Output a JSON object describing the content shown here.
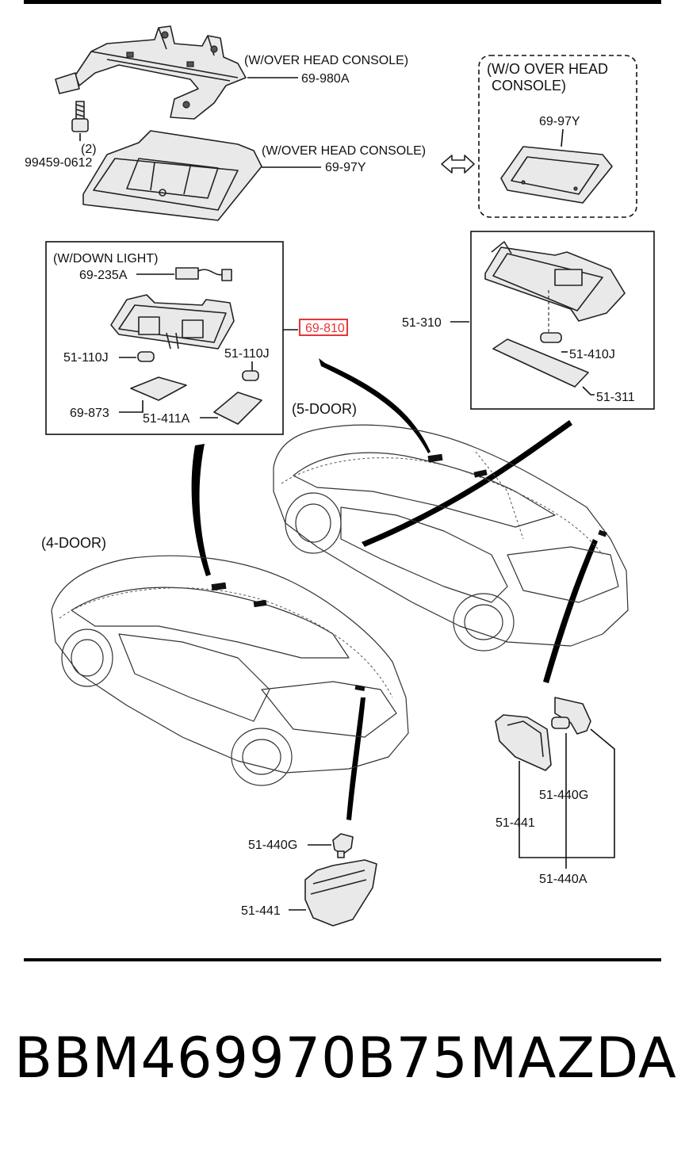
{
  "labels": {
    "l980a_note": "(W/OVER HEAD CONSOLE)",
    "l980a": "69-980A",
    "l97y_note": "(W/OVER HEAD CONSOLE)",
    "l97y": "69-97Y",
    "wo_note1": "(W/O OVER HEAD",
    "wo_note2": "CONSOLE)",
    "wo_97y": "69-97Y",
    "bolt_qty": "(2)",
    "bolt": "99459-0612",
    "down_light": "(W/DOWN LIGHT)",
    "l235a": "69-235A",
    "l810": "69-810",
    "l110j_left": "51-110J",
    "l110j_right": "51-110J",
    "l873": "69-873",
    "l411a": "51-411A",
    "l310": "51-310",
    "l410j": "51-410J",
    "l311": "51-311",
    "five_door": "(5-DOOR)",
    "four_door": "(4-DOOR)",
    "l440g_right": "51-440G",
    "l441_right": "51-441",
    "l440a": "51-440A",
    "l440g_bottom": "51-440G",
    "l441_bottom": "51-441"
  },
  "highlight_color": "#e8343a",
  "footer": {
    "part_number": "BBM469970B75",
    "brand": "MAZDA"
  }
}
